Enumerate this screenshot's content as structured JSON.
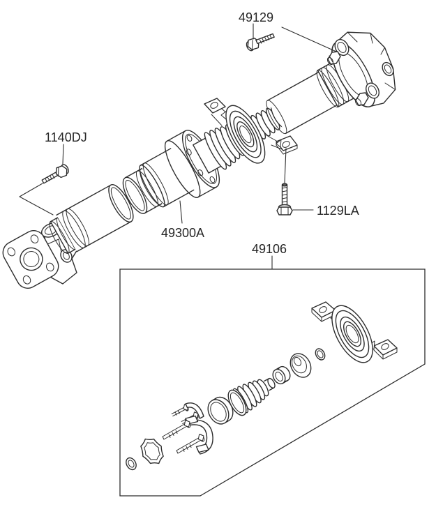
{
  "page": {
    "bg": "#ffffff",
    "line_color": "#2d2d2d",
    "text_color": "#262626"
  },
  "diagram": {
    "parts": {
      "p49129": {
        "label": "49129"
      },
      "p1140dj": {
        "label": "1140DJ"
      },
      "p49300a": {
        "label": "49300A"
      },
      "p1129la": {
        "label": "1129LA"
      },
      "p49106": {
        "label": "49106"
      }
    }
  }
}
